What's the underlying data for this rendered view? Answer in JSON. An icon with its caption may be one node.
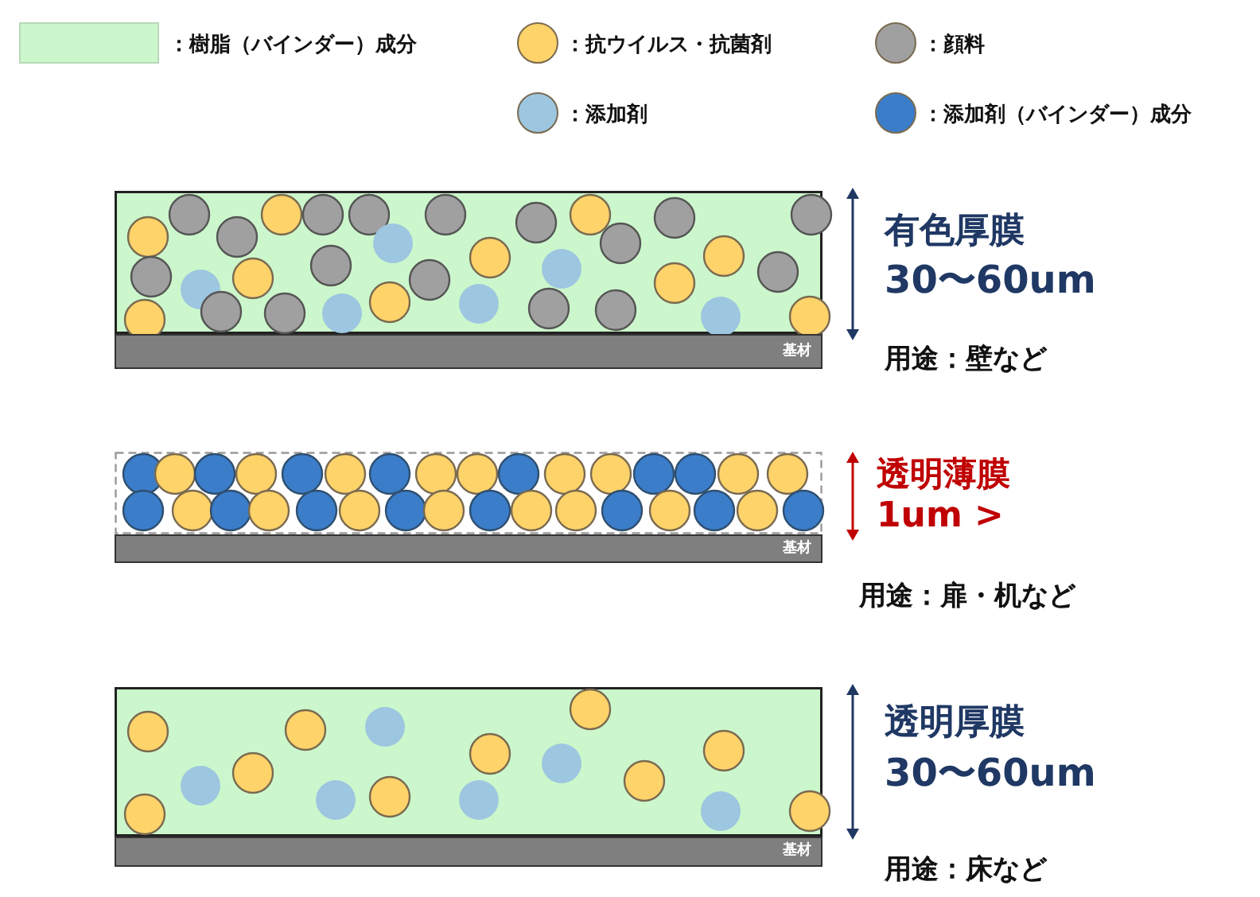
{
  "diagram": {
    "nodes": [
      {
        "text": [
          "基材"
        ]
      },
      {
        "text": [
          "基材"
        ]
      },
      {
        "text": [
          "基材"
        ]
      }
    ],
    "labels": [
      "有色厚膜",
      "30〜60um",
      "用途：壁など",
      "透明薄膜",
      "1um >",
      "用途：扉・机など",
      "透明厚膜",
      "30〜60um",
      "用途：床など"
    ],
    "legend": [
      {
        "text": "：樹脂（バインダー）成分",
        "color": "#ccf7cc"
      },
      {
        "text": "：抗ウイルス・抗菌剤",
        "color": "#fdd36a"
      },
      {
        "text": "：顔料",
        "color": "#a0a0a0"
      },
      {
        "text": "：添加剤",
        "color": "#9dc6e0"
      },
      {
        "text": "：添加剤（バインダー）成分",
        "color": "#3b7dc9"
      }
    ]
  }
}
